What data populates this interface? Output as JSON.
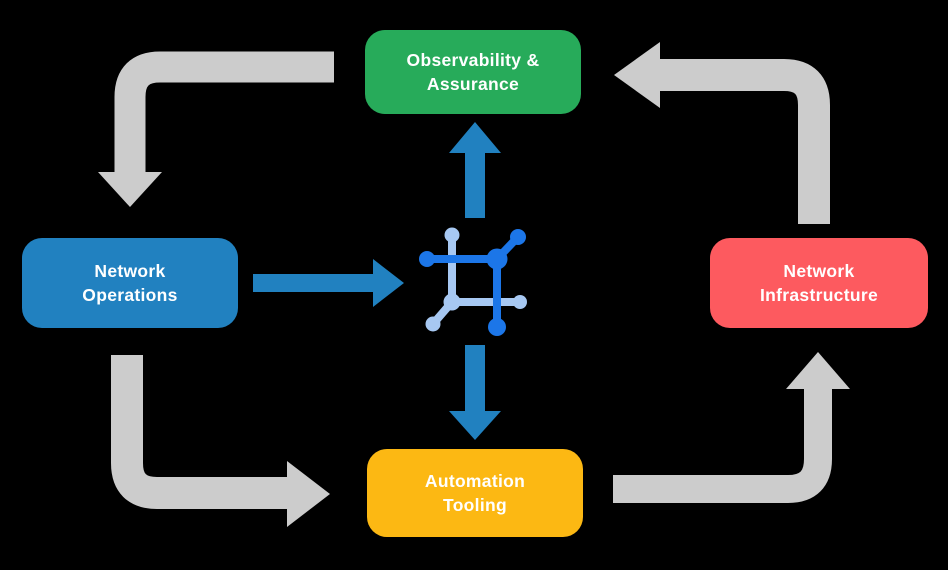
{
  "diagram": {
    "title": "Network automation lifecycle diagram",
    "background": "#000000",
    "text_color": "#ffffff",
    "nodes": [
      {
        "id": "observability",
        "lines": [
          "Observability &",
          "Assurance"
        ],
        "color": "#27ab5a"
      },
      {
        "id": "operations",
        "lines": [
          "Network",
          "Operations"
        ],
        "color": "#2181c0"
      },
      {
        "id": "infrastructure",
        "lines": [
          "Network",
          "Infrastructure"
        ],
        "color": "#fd5a5f"
      },
      {
        "id": "automation",
        "lines": [
          "Automation",
          "Tooling"
        ],
        "color": "#fcb813"
      }
    ],
    "center_icon": {
      "name": "network-mesh-icon",
      "dark_blue": "#1c76e8",
      "light_blue": "#a7c8f2"
    },
    "colors": {
      "arrow_gray": "#cccccc",
      "arrow_blue": "#2181c0"
    },
    "flows": [
      {
        "from": "observability",
        "to": "operations",
        "style": "gray-elbow"
      },
      {
        "from": "operations",
        "to": "automation",
        "style": "gray-elbow"
      },
      {
        "from": "automation",
        "to": "infrastructure",
        "style": "gray-elbow"
      },
      {
        "from": "infrastructure",
        "to": "observability",
        "style": "gray-elbow"
      },
      {
        "from": "operations",
        "to": "center-icon",
        "style": "blue-straight"
      },
      {
        "from": "center-icon",
        "to": "observability",
        "style": "blue-straight"
      },
      {
        "from": "center-icon",
        "to": "automation",
        "style": "blue-straight"
      }
    ]
  }
}
